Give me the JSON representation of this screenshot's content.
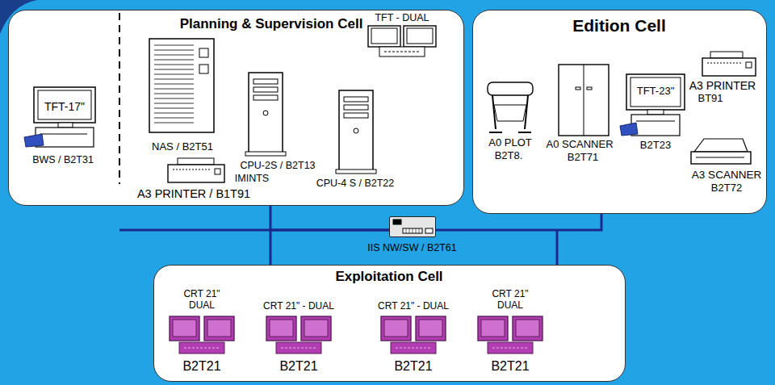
{
  "diagram": {
    "nodes": [
      {
        "text": [
          "Planning & Supervision Cell"
        ]
      },
      {
        "text": [
          "Edition Cell"
        ]
      },
      {
        "text": [
          "IIS NW/SW / B2T61"
        ]
      },
      {
        "text": [
          "Exploitation Cell"
        ]
      }
    ],
    "edges": [
      {
        "from": 0,
        "to": 2,
        "arrow": "none"
      },
      {
        "from": 1,
        "to": 2,
        "arrow": "none"
      },
      {
        "from": 2,
        "to": 3,
        "arrow": "none"
      }
    ],
    "labels": [
      "TFT-17\"",
      "BWS / B2T31",
      "NAS / B2T51",
      "CPU-2S / B2T13",
      "IMINTS",
      "TFT - DUAL",
      "CPU-4 S / B2T22",
      "A3 PRINTER / B1T91",
      "A0 PLOT",
      "B2T8.",
      "A0 SCANNER",
      "B2T71",
      "TFT-23\"",
      "B2T23",
      "A3 PRINTER",
      "BT91",
      "A3 SCANNER",
      "B2T72",
      "CRT 21\"",
      "DUAL",
      "CRT 21\" - DUAL",
      "CRT 21\" - DUAL",
      "CRT 21\"",
      "DUAL",
      "B2T21",
      "B2T21",
      "B2T21",
      "B2T21"
    ]
  }
}
